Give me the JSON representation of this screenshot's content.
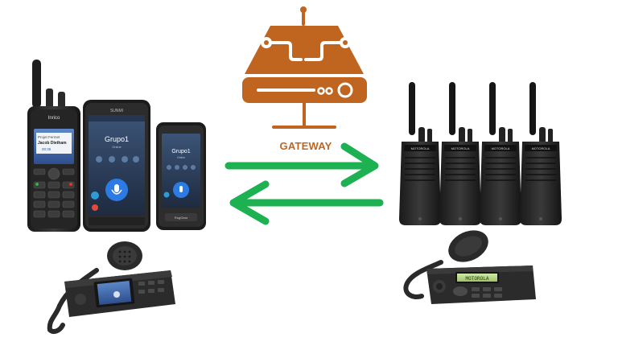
{
  "gateway": {
    "label": "GATEWAY",
    "color": "#c0651f",
    "icon": "gateway-server-icon"
  },
  "arrows": {
    "color": "#1db151",
    "to_right": "arrow-right-icon",
    "to_left": "arrow-left-icon"
  },
  "left_devices": {
    "brand_label": "Inrico",
    "phone_brand": "SUNMI",
    "large_handheld": {
      "contact_line1": "Projet Fermet",
      "contact_line2": "Jacob Dietham",
      "call_id": "00:35"
    },
    "tablet": {
      "group_name": "Grupo1",
      "sub": "Online"
    },
    "small_handheld": {
      "group_name": "Grupo1",
      "sub": "Online",
      "brand": "RugGear"
    }
  },
  "right_devices": {
    "handheld_brand": "MOTOROLA",
    "mobile_brand": "MOTOROLA"
  }
}
